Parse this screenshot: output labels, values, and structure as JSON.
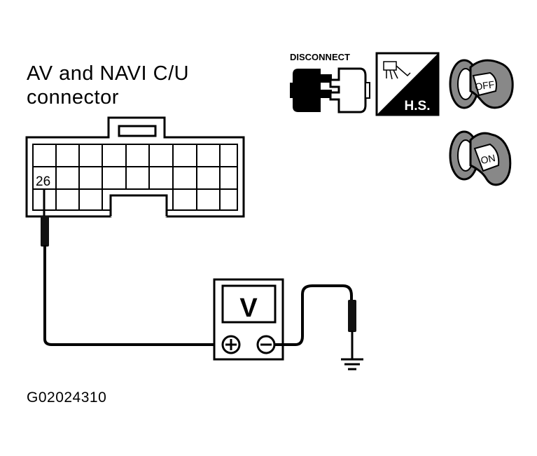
{
  "title": {
    "line1": "AV and NAVI C/U",
    "line2": "connector"
  },
  "connector": {
    "pin_label": "26"
  },
  "icons": {
    "disconnect_label": "DISCONNECT",
    "harness_label": "H.S.",
    "key_off_label": "OFF",
    "key_on_label": "ON"
  },
  "meter": {
    "display": "V",
    "plus_terminal": "positive",
    "minus_terminal": "negative"
  },
  "figure_id": "G02024310"
}
